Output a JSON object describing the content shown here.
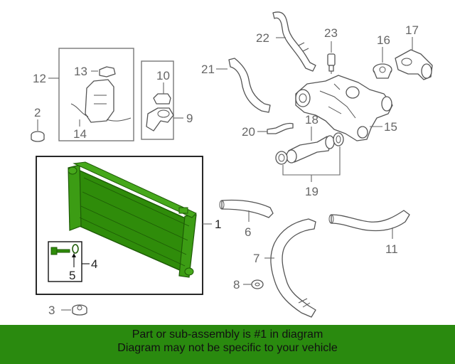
{
  "callouts": {
    "c1": "1",
    "c2": "2",
    "c3": "3",
    "c4": "4",
    "c5": "5",
    "c6": "6",
    "c7": "7",
    "c8": "8",
    "c9": "9",
    "c10": "10",
    "c11": "11",
    "c12": "12",
    "c13": "13",
    "c14": "14",
    "c15": "15",
    "c16": "16",
    "c17": "17",
    "c18": "18",
    "c19": "19",
    "c20": "20",
    "c21": "21",
    "c22": "22",
    "c23": "23"
  },
  "colors": {
    "highlight": "#2f8c0a",
    "banner": "#2a8a0f"
  },
  "banner": {
    "line1": "Part or sub-assembly is #1 in diagram",
    "line2": "Diagram may not be specific to your vehicle"
  }
}
